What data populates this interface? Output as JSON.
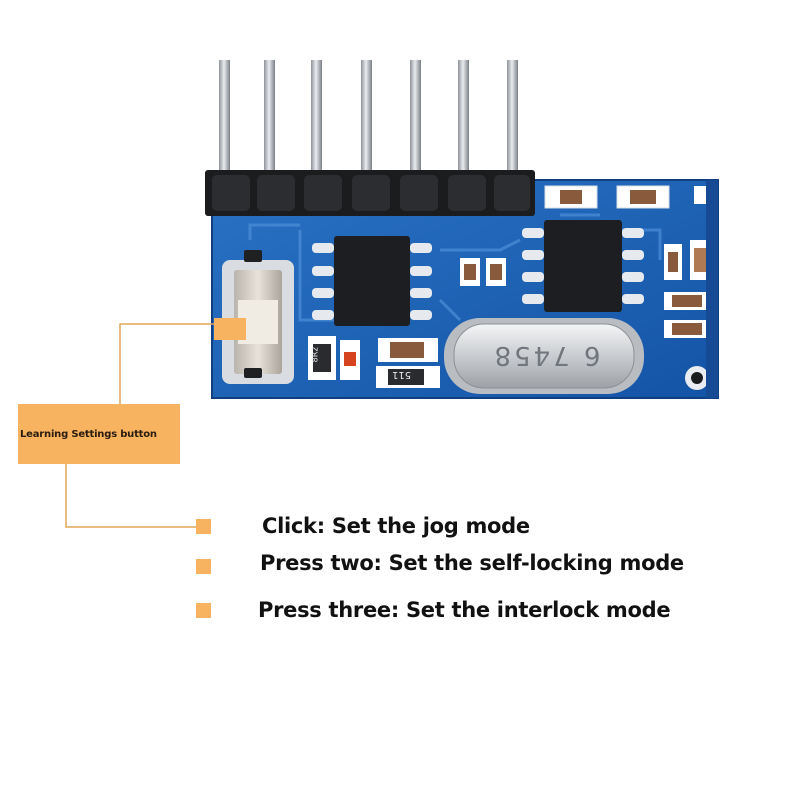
{
  "callout": {
    "label": "Learning Settings button",
    "color": "#f8b360"
  },
  "modes": [
    {
      "text": "Click: Set the jog mode"
    },
    {
      "text": "Press two: Set the self-locking mode"
    },
    {
      "text": "Press three: Set the interlock mode"
    }
  ],
  "board": {
    "crystal_marking": "6 7458",
    "chip_marking": "511",
    "resistor_marking": "8R2",
    "pcb_color": "#1c64b8",
    "pin_count": 7
  }
}
